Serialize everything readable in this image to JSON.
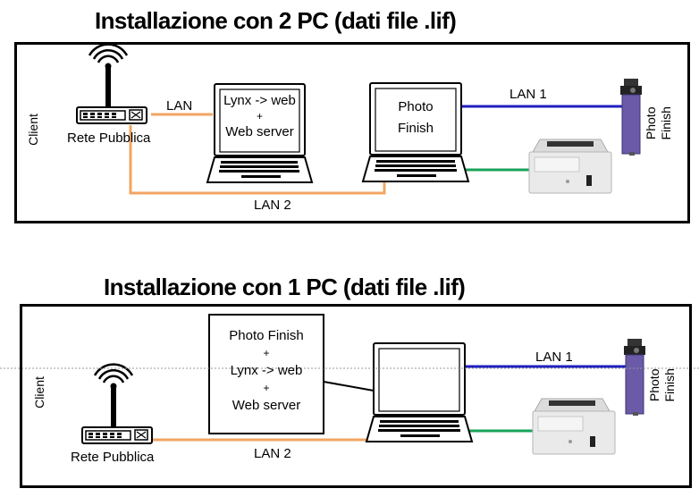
{
  "diagram1": {
    "title": "Installazione con 2 PC (dati file .lif)",
    "client_label": "Client",
    "router_label": "Rete Pubblica",
    "lan_label": "LAN",
    "laptop1_line1": "Lynx -> web",
    "laptop1_line2": "+",
    "laptop1_line3": "Web server",
    "laptop2_line1": "Photo",
    "laptop2_line2": "Finish",
    "lan1_label": "LAN 1",
    "lan2_label": "LAN 2",
    "camera_label_line1": "Photo",
    "camera_label_line2": "Finish"
  },
  "diagram2": {
    "title": "Installazione con 1 PC (dati file .lif)",
    "client_label": "Client",
    "router_label": "Rete Pubblica",
    "box_line1": "Photo Finish",
    "box_line2": "+",
    "box_line3": "Lynx -> web",
    "box_line4": "+",
    "box_line5": "Web server",
    "lan1_label": "LAN 1",
    "lan2_label": "LAN 2",
    "camera_label_line1": "Photo",
    "camera_label_line2": "Finish"
  },
  "colors": {
    "lan_orange": "#f2a562",
    "lan_blue": "#1f1fc0",
    "lan_green": "#19a35a",
    "camera_purple": "#6a5aa8"
  }
}
